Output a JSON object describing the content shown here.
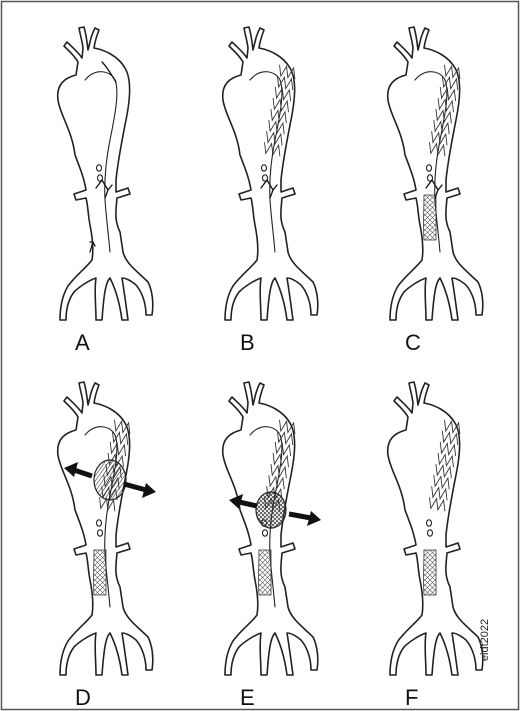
{
  "panels": [
    {
      "label": "A",
      "stent_upper": false,
      "stent_lower": false,
      "balloon": false,
      "dissection": true
    },
    {
      "label": "B",
      "stent_upper": true,
      "stent_lower": false,
      "balloon": false,
      "dissection": true
    },
    {
      "label": "C",
      "stent_upper": true,
      "stent_lower": true,
      "balloon": false,
      "dissection": true
    },
    {
      "label": "D",
      "stent_upper": true,
      "stent_lower": true,
      "balloon": "upper",
      "dissection": true
    },
    {
      "label": "E",
      "stent_upper": true,
      "stent_lower": true,
      "balloon": "middle",
      "dissection": true
    },
    {
      "label": "F",
      "stent_upper": true,
      "stent_lower": true,
      "balloon": false,
      "dissection": false
    }
  ],
  "credit": "eidt2022",
  "colors": {
    "stroke": "#222222",
    "background": "#ffffff",
    "border": "#555555"
  }
}
